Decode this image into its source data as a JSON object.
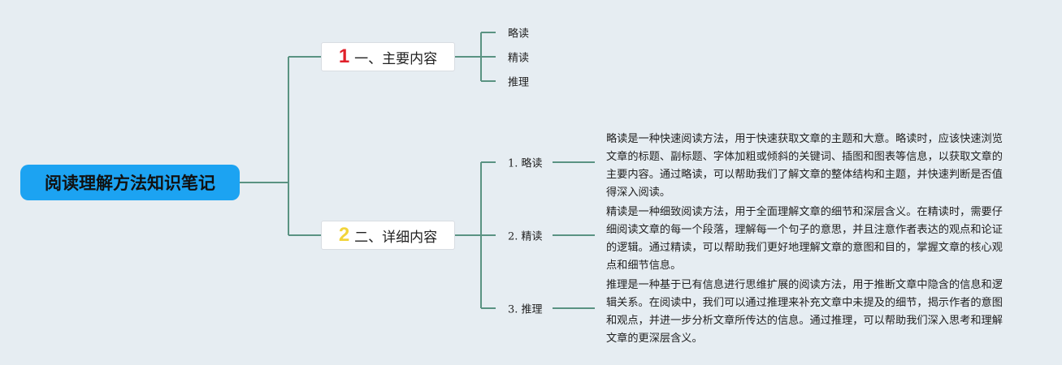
{
  "root": {
    "title": "阅读理解方法知识笔记",
    "color": "#1ca3f2"
  },
  "branches": [
    {
      "number": "1",
      "number_color": "#e0202a",
      "label": "一、主要内容",
      "children": [
        "略读",
        "精读",
        "推理"
      ]
    },
    {
      "number": "2",
      "number_color": "#f2d43a",
      "label": "二、详细内容",
      "children": [
        {
          "label": "1. 略读",
          "detail": "略读是一种快速阅读方法，用于快速获取文章的主题和大意。略读时，应该快速浏览文章的标题、副标题、字体加粗或倾斜的关键词、插图和图表等信息，以获取文章的主要内容。通过略读，可以帮助我们了解文章的整体结构和主题，并快速判断是否值得深入阅读。"
        },
        {
          "label": "2. 精读",
          "detail": "精读是一种细致阅读方法，用于全面理解文章的细节和深层含义。在精读时，需要仔细阅读文章的每一个段落，理解每一个句子的意思，并且注意作者表达的观点和论证的逻辑。通过精读，可以帮助我们更好地理解文章的意图和目的，掌握文章的核心观点和细节信息。"
        },
        {
          "label": "3. 推理",
          "detail": "推理是一种基于已有信息进行思维扩展的阅读方法，用于推断文章中隐含的信息和逻辑关系。在阅读中，我们可以通过推理来补充文章中未提及的细节，揭示作者的意图和观点，并进一步分析文章所传达的信息。通过推理，可以帮助我们深入思考和理解文章的更深层含义。"
        }
      ]
    }
  ],
  "line_color": "#5a9382"
}
